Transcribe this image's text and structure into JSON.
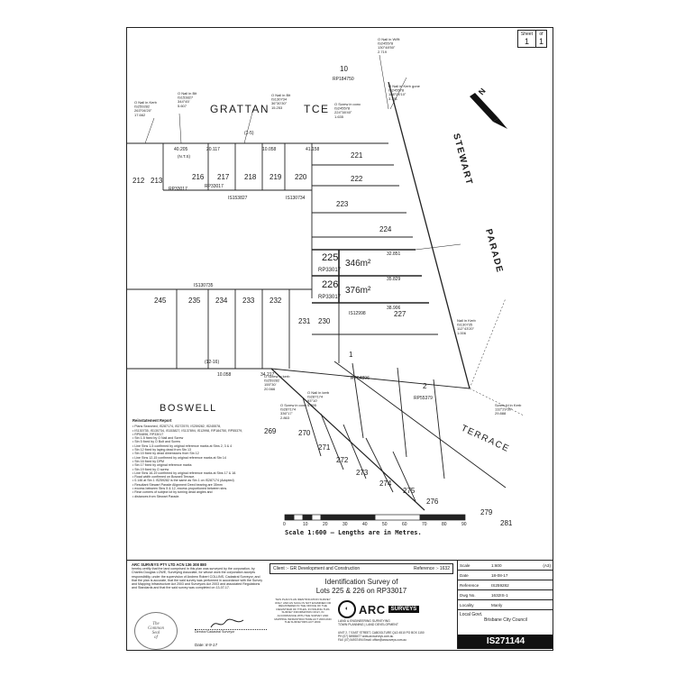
{
  "sheet": {
    "sheet_label": "Sheet",
    "sheet_no": "1",
    "of_label": "of",
    "of_no": "1"
  },
  "roads": {
    "grattan": "GRATTAN",
    "grattan_tce": "TCE",
    "stewart": "STEWART",
    "parade": "PARADE",
    "boswell": "BOSWELL",
    "terrace": "TERRACE",
    "north": "N"
  },
  "lots": {
    "l10": "10",
    "l212": "212",
    "l213": "213",
    "l216": "216",
    "l217": "217",
    "l218": "218",
    "l219": "219",
    "l220": "220",
    "l221": "221",
    "l222": "222",
    "l223": "223",
    "l224": "224",
    "l225": "225",
    "l226": "226",
    "l227": "227",
    "l230": "230",
    "l231": "231",
    "l232": "232",
    "l233": "233",
    "l234": "234",
    "l235": "235",
    "l245": "245",
    "l269": "269",
    "l270": "270",
    "l271": "271",
    "l272": "272",
    "l273": "273",
    "l274": "274",
    "l275": "275",
    "l276": "276",
    "l1": "1",
    "l2": "2",
    "l279": "279",
    "l281": "281",
    "area225": "346m²",
    "area226": "376m²",
    "rp": "RP33017"
  },
  "plans": {
    "rp184750": "RP184750",
    "rp33017": "RP33017",
    "is153827": "IS153827",
    "is130734": "IS130734",
    "is130735": "IS130735",
    "rp54896": "RP54896",
    "rp55379": "RP55379",
    "is12998": "IS12998"
  },
  "marks": {
    "m1": "O Nail in Kerb\nIS259282\n263°06'20\"\n17.662",
    "m2": "O Nail in Bit\nIS153827\n344°45'\n5.607",
    "m3": "O Nail in Bit\nIS130734\n36°30'30\"\n15.253",
    "m4": "O Screw in conc\nIS245578\n224°38'40\"\n1.635",
    "m5": "O Nail in Kerb gone\nIS245578\n188°05'10\"\n3.331",
    "m6": "O Nail in W/fit\nIS245578\n130°48'50\"\n2.719",
    "m7": "O Screw in kerb\nIS259282\n155°30'\n20.566",
    "m8": "O Screw in conc\nIS287174\n336°17'\n2.863",
    "m9": "O Nail in kerb\nIS287174\n93°10'\n5.395",
    "m10": "Screw fd in Kerb\n132°29'30\"\n29.888",
    "m11": "Nail in Kerb\nIS130735\n112°43'20\"\n1.006"
  },
  "dims": {
    "d1": "40.205",
    "d2": "20.117",
    "d3": "10.058",
    "d4": "41.158",
    "d5": "34.217",
    "d6": "10.058",
    "d7": "32.851",
    "d8": "35.829",
    "d9": "38.906",
    "d10": "(N.T.S)",
    "d11": "(1-5)",
    "d12": "(12-16)"
  },
  "notes": {
    "title": "Reinstatement Report",
    "lines": [
      "Plans Searched, IS287174, IS272579, IS259282, IS245578,",
      "IS130735, IS130734, IS153827, IS137894, IS12998, RP184750, RP55379,",
      "RP54896, RP33017",
      "Stn 1-5 fixed by O Nail and Screw",
      "Stn 5 fixed by O Bolt and Screw",
      "Line Stns 1-5 confirmed by original reference marks at Stns 2, 3 & 4",
      "Stn 12 fixed by laying dead from Stn 13",
      "Stn 15 fixed by dead dimensions from Stn 12",
      "Line Stns 12-15 confirmed by original reference marks at Stn 14",
      "Stn 16 fixed by DPM",
      "Stn 17 fixed by original reference marks",
      "Stn 19 fixed by O screw",
      "Line Stns 16-19 confirmed by original reference marks at Stns 17 & 18.",
      "Road width confirmed on Boswell Terrace.",
      "0.146 at Stn 1 IS259282 is the same as Stn 1 on IS287174 (Adopted)",
      "Resultant Stewart Parade Alignment Deed bearing are 35mm",
      "excess between Stns 5 & 12, excess proportioned between stns.",
      "Rear corners of subject lot by turning dead angles and",
      "distances from Stewart Parade."
    ]
  },
  "scale": {
    "text": "Scale 1:600 — Lengths are in Metres.",
    "ticks": [
      "0",
      "10",
      "20",
      "30",
      "40",
      "50",
      "60",
      "70",
      "80",
      "90"
    ]
  },
  "company": {
    "name": "ARC SURVEYS PTY LTD ACN 136 308 880",
    "cert": "hereby certify that the land comprised in this plan was surveyed by the corporation, by Charles Douglas LOWE, Surveying Associate, for whose work the corporation accepts responsibility, under the supervision of Andrew Robert COLLINS, Cadastral Surveyor, and that the plan is accurate, that the said survey was performed in accordance with the Survey and Mapping Infrastructure Act 2003 and Surveyors Act 2003 and associated Regulations and Standards and that the said survey was completed on 13-07-17.",
    "seal": [
      "The",
      "Common",
      "Seal",
      "of"
    ],
    "role": "Director/Cadastral Surveyor",
    "date_label": "Date:",
    "date": "8-9-17"
  },
  "client": {
    "client_label": "Client :- GR Development and Construction",
    "ref_label": "Reference :- 1632",
    "title_line1": "Identification Survey of",
    "title_line2": "Lots 225 & 226 on RP33017"
  },
  "disclaimer": "THIS PLAN IS AN IDENTIFICATION SURVEY ONLY, AND AS SUCH IS NOT EXAMINED OR REGISTERED IN THE OFFICE OF THE REGISTRAR OF TITLES. IN ISSUING THIS SURVEY INFORMATION ONLY, IN ACCORDANCE WITH THE SURVEY AND MAPPING INFRASTRUCTURE ACT 2003 AND THE SURVEYORS ACT 2003.",
  "arc": {
    "brand": "ARC",
    "surveys": "SURVEYS",
    "tag": "LAND & ENGINEERING SURVEYING\nTOWN PLANNING | LAND DEVELOPMENT",
    "addr": "UNIT 2, 7 EAST STREET, CABOOLTURE QLD 4510  PO BOX 1150\nPH (07) 54988477    www.arcsurveys.com.au\nFAX (07) 54937494   Email: office@arcsurveys.com.au"
  },
  "info": {
    "scale_k": "Scale",
    "scale_v": "1:600",
    "size": "(A3)",
    "date_k": "Date",
    "date_v": "18-08-17",
    "ref_k": "Reference",
    "ref_v": "IS259282",
    "dwg_k": "Dwg No.",
    "dwg_v": "1632IS-1",
    "loc_k": "Locality",
    "loc_v": "Manly",
    "lga_k": "Local Govt.",
    "lga_v": "Brisbane City Council",
    "plan_no": "IS271144"
  }
}
